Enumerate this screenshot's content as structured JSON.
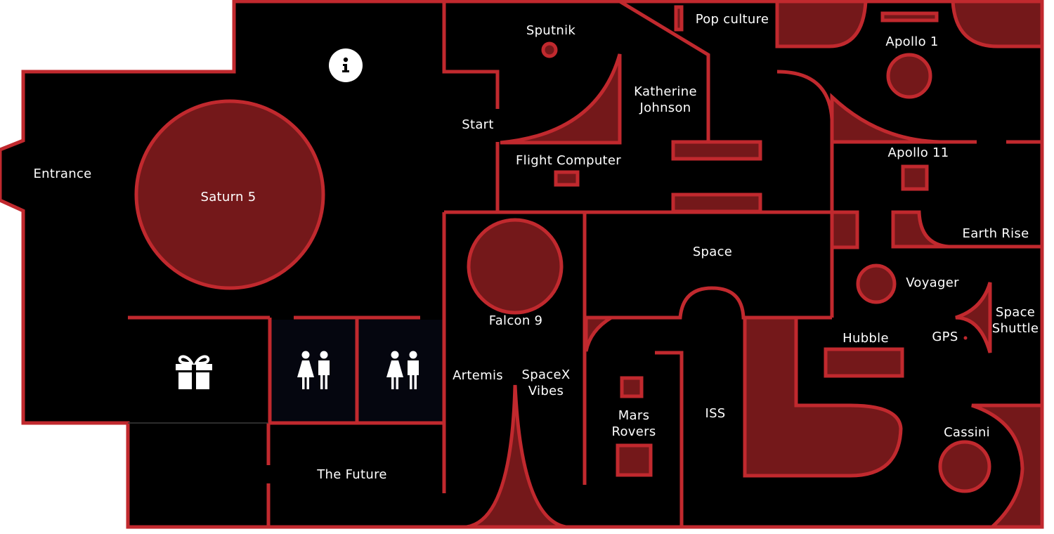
{
  "map": {
    "colors": {
      "floor": "#000000",
      "wall": "#c1292e",
      "exhibit": "#74181a",
      "restroom_floor": "#05060f",
      "label": "#ffffff"
    },
    "areas": {
      "entrance": "Entrance",
      "saturn5": "Saturn 5",
      "sputnik": "Sputnik",
      "start": "Start",
      "flight_computer": "Flight Computer",
      "katherine_johnson_1": "Katherine",
      "katherine_johnson_2": "Johnson",
      "pop_culture": "Pop culture",
      "apollo1": "Apollo 1",
      "apollo11": "Apollo 11",
      "earth_rise": "Earth Rise",
      "space": "Space",
      "voyager": "Voyager",
      "space_shuttle_1": "Space",
      "space_shuttle_2": "Shuttle",
      "gps": "GPS",
      "hubble": "Hubble",
      "falcon9": "Falcon 9",
      "artemis": "Artemis",
      "spacex_vibes_1": "SpaceX",
      "spacex_vibes_2": "Vibes",
      "mars_rovers_1": "Mars",
      "mars_rovers_2": "Rovers",
      "iss": "ISS",
      "cassini": "Cassini",
      "the_future": "The Future"
    },
    "icons": {
      "info": "info-icon",
      "gift_shop": "gift-icon",
      "restroom_1": "restroom-icon",
      "restroom_2": "restroom-icon"
    }
  }
}
